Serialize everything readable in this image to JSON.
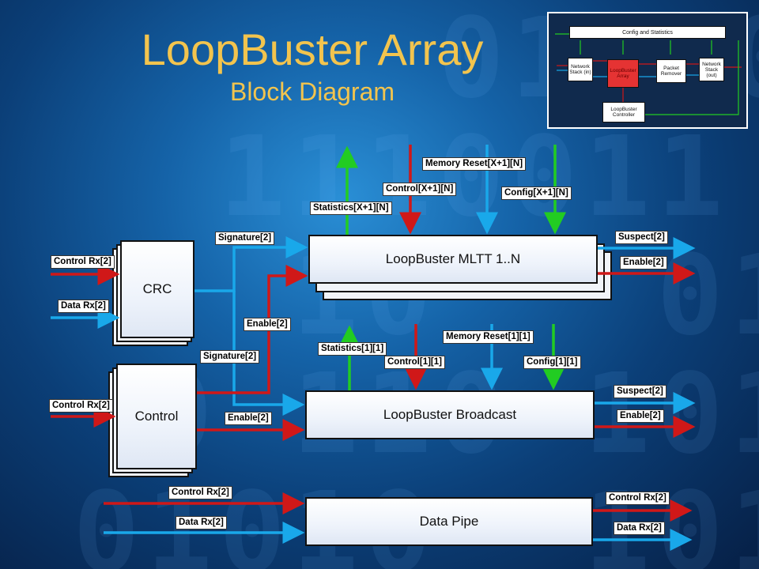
{
  "title": "LoopBuster Array",
  "subtitle": "Block Diagram",
  "blocks": {
    "crc": "CRC",
    "control": "Control",
    "mltt": "LoopBuster MLTT 1..N",
    "broadcast": "LoopBuster Broadcast",
    "data_pipe": "Data Pipe"
  },
  "signals": {
    "crc_control_rx": "Control Rx[2]",
    "crc_data_rx": "Data Rx[2]",
    "ctl_control_rx": "Control Rx[2]",
    "crc_signature_top": "Signature[2]",
    "crc_signature_low": "Signature[2]",
    "ctl_enable_top": "Enable[2]",
    "ctl_enable_low": "Enable[2]",
    "mltt_statistics": "Statistics[X+1][N]",
    "mltt_control": "Control[X+1][N]",
    "mltt_memreset": "Memory Reset[X+1][N]",
    "mltt_config": "Config[X+1][N]",
    "mltt_suspect": "Suspect[2]",
    "mltt_enable": "Enable[2]",
    "bc_statistics": "Statistics[1][1]",
    "bc_control": "Control[1][1]",
    "bc_memreset": "Memory Reset[1][1]",
    "bc_config": "Config[1][1]",
    "bc_suspect": "Suspect[2]",
    "bc_enable": "Enable[2]",
    "dp_control_in": "Control Rx[2]",
    "dp_data_in": "Data Rx[2]",
    "dp_control_out": "Control Rx[2]",
    "dp_data_out": "Data Rx[2]"
  },
  "inset": {
    "config_stats": "Config and Statistics",
    "net_in": "Network Stack (in)",
    "lb_array": "LoopBuster Array",
    "packet_remover": "Packet Remover",
    "net_out": "Network Stack (out)",
    "lb_controller": "LoopBuster Controller"
  },
  "colors": {
    "title": "#f2c44e",
    "control": "#d01818",
    "data": "#19a8ea",
    "statistics": "#22cc22",
    "block": "#ffffff"
  }
}
